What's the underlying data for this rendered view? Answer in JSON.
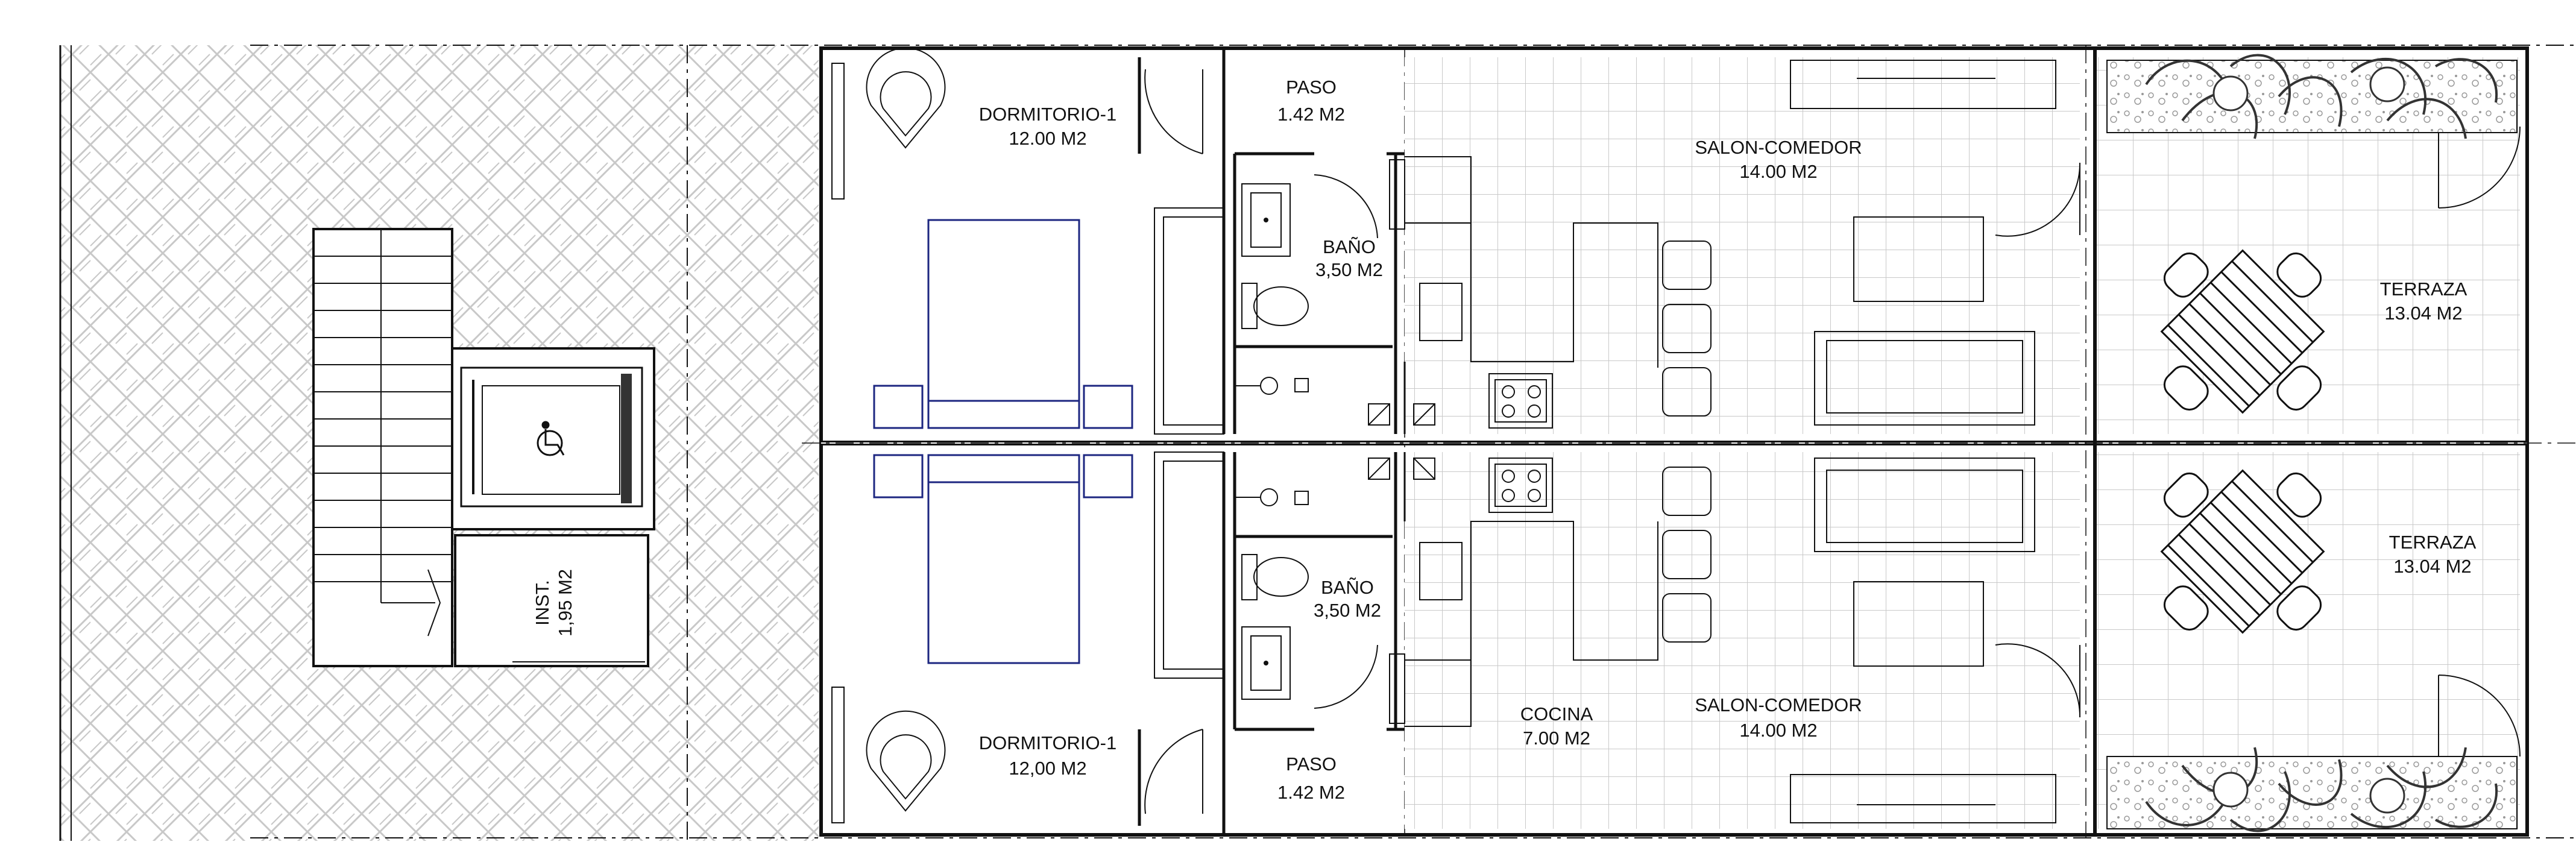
{
  "title": "",
  "rooms": {
    "dorm_top": {
      "name": "DORMITORIO-1",
      "area": "12.00 M2"
    },
    "paso_top": {
      "name": "PASO",
      "area": "1.42  M2"
    },
    "bano_top": {
      "name": "BAÑO",
      "area": "3,50 M2"
    },
    "salon_top": {
      "name": "SALON-COMEDOR",
      "area": "14.00 M2"
    },
    "terr_top": {
      "name": "TERRAZA",
      "area": "13.04 M2"
    },
    "inst": {
      "name": "INST.",
      "area": "1,95 M2"
    },
    "bano_bot": {
      "name": "BAÑO",
      "area": "3,50 M2"
    },
    "terr_bot": {
      "name": "TERRAZA",
      "area": "13.04 M2"
    },
    "dorm_bot": {
      "name": "DORMITORIO-1",
      "area": "12,00 M2"
    },
    "paso_bot": {
      "name": "PASO",
      "area": "1.42  M2"
    },
    "cocina": {
      "name": "COCINA",
      "area": "7.00 M2"
    },
    "salon_bot": {
      "name": "SALON-COMEDOR",
      "area": "14.00 M2"
    }
  },
  "icons": {
    "elevator": "accessibility-icon",
    "stair": "stair-icon",
    "bed": "bed-icon",
    "toilet": "toilet-icon",
    "cooktop": "cooktop-icon",
    "plants": "plant-icon"
  },
  "colors": {
    "line": "#111111",
    "bed": "#1c2680",
    "grid": "#bfbfbf",
    "hatch": "#c8c8c8"
  }
}
